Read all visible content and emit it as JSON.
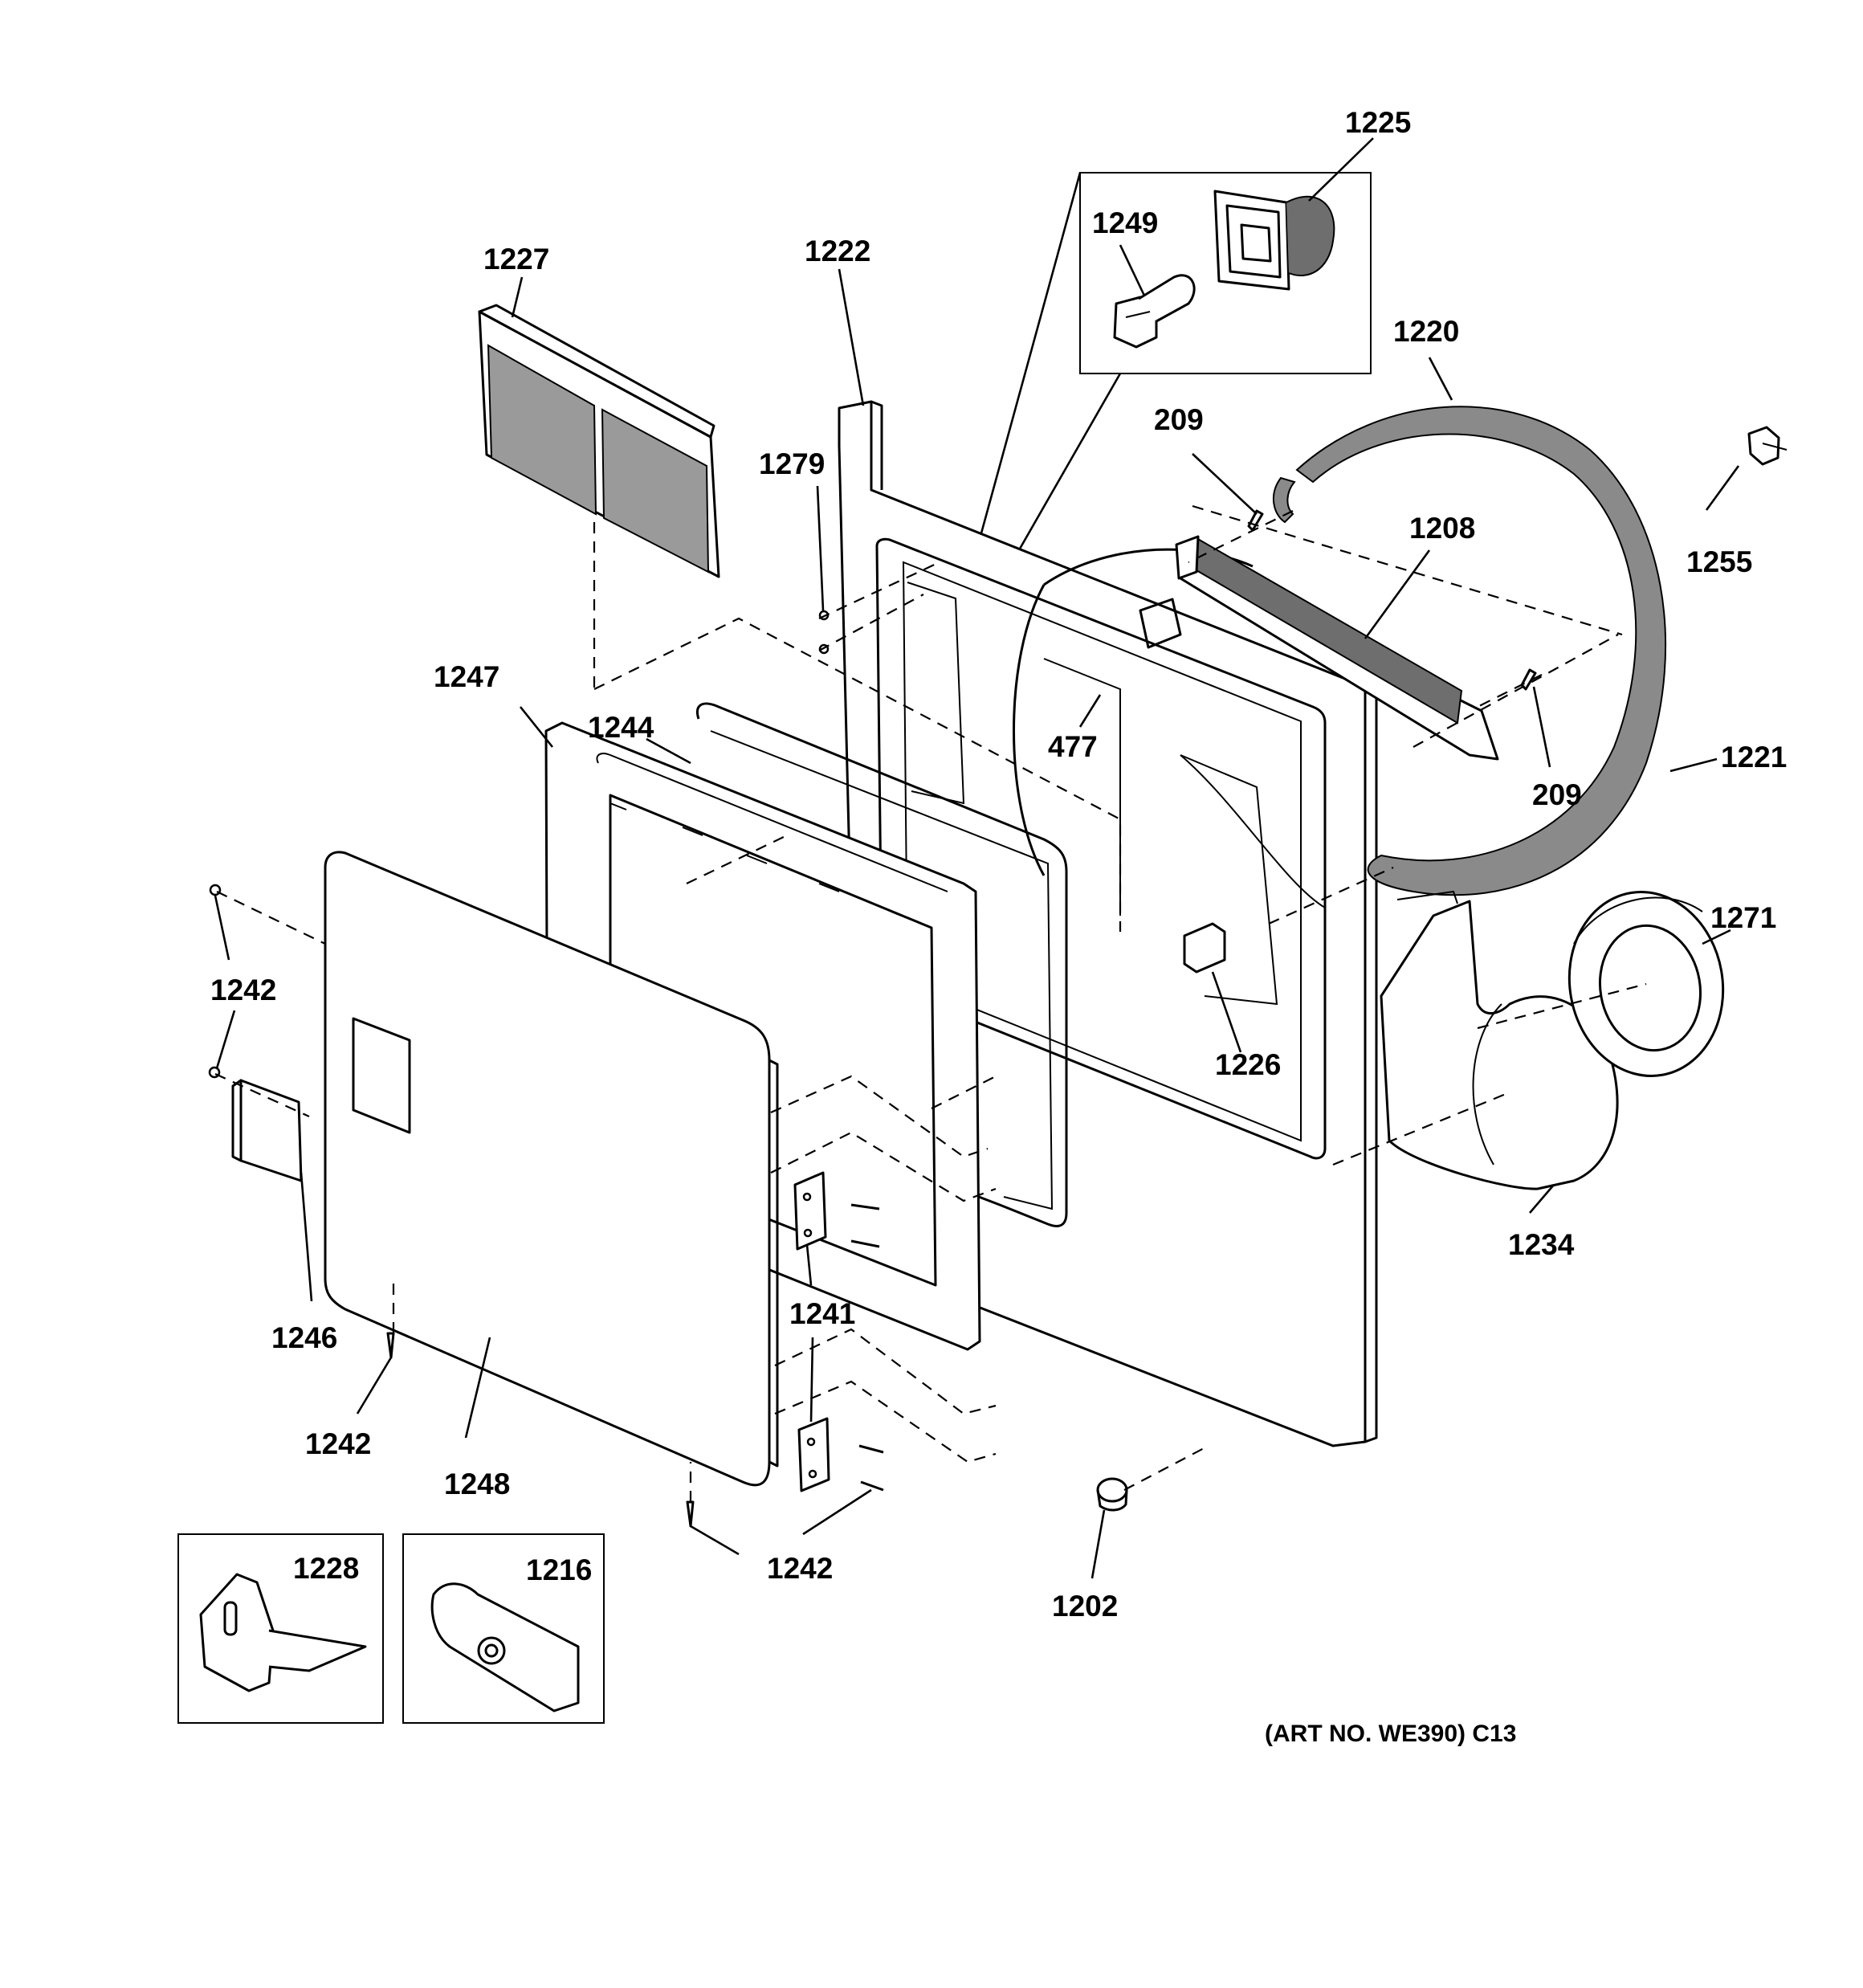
{
  "callouts": {
    "c1225": "1225",
    "c1249": "1249",
    "c1227": "1227",
    "c1222": "1222",
    "c1220": "1220",
    "c209a": "209",
    "c1279": "1279",
    "c1208": "1208",
    "c1255": "1255",
    "c1247": "1247",
    "c1244": "1244",
    "c477": "477",
    "c209b": "209",
    "c1221": "1221",
    "c1271": "1271",
    "c1242a": "1242",
    "c1226": "1226",
    "c1234": "1234",
    "c1241": "1241",
    "c1246": "1246",
    "c1242b": "1242",
    "c1248": "1248",
    "c1242c": "1242",
    "c1228": "1228",
    "c1216": "1216",
    "c1202": "1202"
  },
  "caption": "(ART NO. WE390) C13"
}
